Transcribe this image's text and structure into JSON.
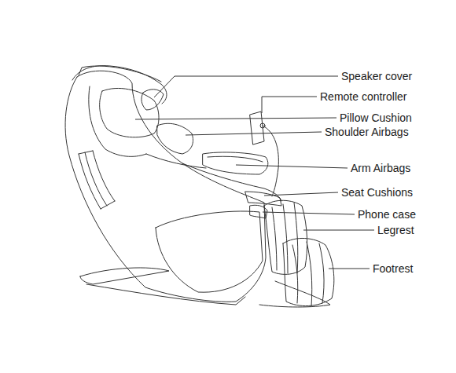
{
  "diagram": {
    "labels": [
      "Speaker cover",
      "Remote controller",
      "Pillow Cushion",
      "Shoulder Airbags",
      "Arm Airbags",
      "Seat Cushions",
      "Phone case",
      "Legrest",
      "Footrest"
    ]
  }
}
